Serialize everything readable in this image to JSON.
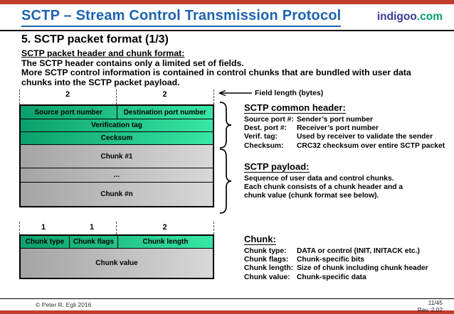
{
  "header": {
    "title": "SCTP – Stream Control Transmission Protocol",
    "brand_name": "indigoo",
    "brand_tld": ".com"
  },
  "slide": {
    "heading": "5. SCTP packet format (1/3)",
    "intro_title": "SCTP packet header and chunk format:",
    "intro_lines": [
      "The SCTP header contains only a limited set of fields.",
      "More SCTP control information is contained in control chunks that are bundled with user data",
      "chunks into the SCTP packet payload."
    ]
  },
  "field_length_note": "Field length (bytes)",
  "packet_diagram": {
    "byte_labels": [
      "2",
      "2"
    ],
    "cells": {
      "source_port": "Source port number",
      "dest_port": "Destination port number",
      "verification_tag": "Verification tag",
      "checksum": "Cecksum",
      "chunk_1": "Chunk #1",
      "chunk_dots": "...",
      "chunk_n": "Chunk #n"
    }
  },
  "common_header_info": {
    "title": "SCTP common header:",
    "entries": [
      {
        "label": "Source port #:",
        "desc": "Sender’s port number"
      },
      {
        "label": "Dest. port #:",
        "desc": "Receiver’s port number"
      },
      {
        "label": "Verif. tag:",
        "desc": "Used by receiver to validate the sender"
      },
      {
        "label": "Checksum:",
        "desc": "CRC32 checksum over entire SCTP packet"
      }
    ]
  },
  "payload_info": {
    "title": "SCTP payload:",
    "lines": [
      "Sequence of user data and control chunks.",
      "Each chunk consists of a chunk header and a",
      "chunk value (chunk format see below)."
    ]
  },
  "chunk_diagram": {
    "byte_labels": [
      "1",
      "1",
      "2"
    ],
    "cells": {
      "type": "Chunk type",
      "flags": "Chunk flags",
      "length": "Chunk length",
      "value": "Chunk value"
    }
  },
  "chunk_info": {
    "title": "Chunk:",
    "entries": [
      {
        "label": "Chunk type:",
        "desc": "DATA or control (INIT, INITACK etc.)"
      },
      {
        "label": "Chunk flags:",
        "desc": "Chunk-specific bits"
      },
      {
        "label": "Chunk length:",
        "desc": "Size of chunk including chunk header"
      },
      {
        "label": "Chunk value:",
        "desc": "Chunk-specific data"
      }
    ]
  },
  "footer": {
    "copyright": "© Peter R. Egli 2016",
    "page": "11/45",
    "revision": "Rev. 2.02"
  },
  "colors": {
    "accent_red": "#c43c2c",
    "title_blue": "#1d63b0",
    "brand_purple": "#3c3c96",
    "brand_green": "#00a06e",
    "cell_green_1": "#0aa06c",
    "cell_green_2": "#3ae6a6",
    "cell_gray_1": "#a4a4a4",
    "cell_gray_2": "#d8d8d8"
  }
}
